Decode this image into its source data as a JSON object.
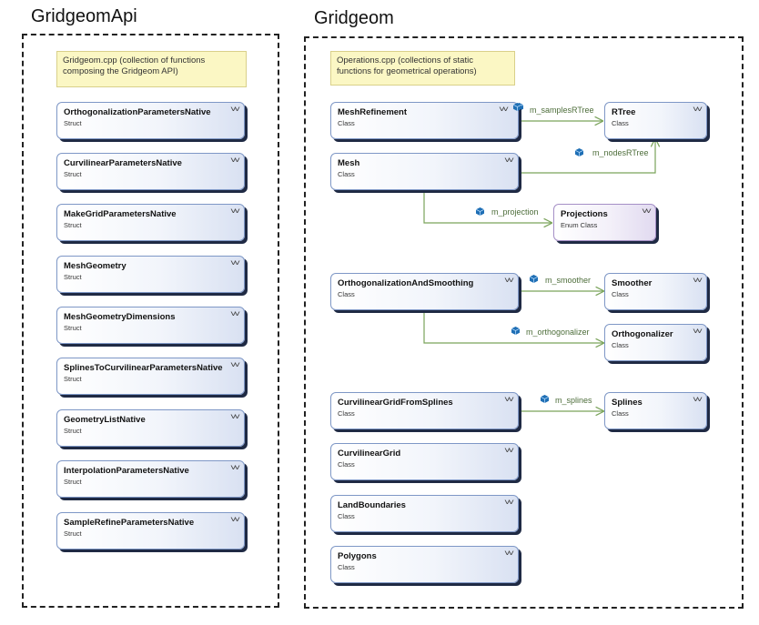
{
  "left_panel": {
    "title": "GridgeomApi",
    "note": "Gridgeom.cpp (collection of functions composing the Gridgeom API)",
    "items": [
      {
        "name": "OrthogonalizationParametersNative",
        "kind": "Struct"
      },
      {
        "name": "CurvilinearParametersNative",
        "kind": "Struct"
      },
      {
        "name": "MakeGridParametersNative",
        "kind": "Struct"
      },
      {
        "name": "MeshGeometry",
        "kind": "Struct"
      },
      {
        "name": "MeshGeometryDimensions",
        "kind": "Struct"
      },
      {
        "name": "SplinesToCurvilinearParametersNative",
        "kind": "Struct"
      },
      {
        "name": "GeometryListNative",
        "kind": "Struct"
      },
      {
        "name": "InterpolationParametersNative",
        "kind": "Struct"
      },
      {
        "name": "SampleRefineParametersNative",
        "kind": "Struct"
      }
    ]
  },
  "right_panel": {
    "title": "Gridgeom",
    "note": "Operations.cpp (collections of static functions for geometrical operations)",
    "classes": {
      "mesh_refinement": {
        "name": "MeshRefinement",
        "kind": "Class"
      },
      "rtree": {
        "name": "RTree",
        "kind": "Class"
      },
      "mesh": {
        "name": "Mesh",
        "kind": "Class"
      },
      "projections": {
        "name": "Projections",
        "kind": "Enum Class"
      },
      "ortho_smoothing": {
        "name": "OrthogonalizationAndSmoothing",
        "kind": "Class"
      },
      "smoother": {
        "name": "Smoother",
        "kind": "Class"
      },
      "orthogonalizer": {
        "name": "Orthogonalizer",
        "kind": "Class"
      },
      "curvi_from_splines": {
        "name": "CurvilinearGridFromSplines",
        "kind": "Class"
      },
      "splines": {
        "name": "Splines",
        "kind": "Class"
      },
      "curvilinear_grid": {
        "name": "CurvilinearGrid",
        "kind": "Class"
      },
      "land_boundaries": {
        "name": "LandBoundaries",
        "kind": "Class"
      },
      "polygons": {
        "name": "Polygons",
        "kind": "Class"
      }
    },
    "edges": {
      "samples_rtree": "m_samplesRTree",
      "nodes_rtree": "m_nodesRTree",
      "projection": "m_projection",
      "smoother": "m_smoother",
      "orthogonalizer": "m_orthogonalizer",
      "splines": "m_splines"
    }
  },
  "colors": {
    "connector": "#7aa35a",
    "box_border": "#7e97c6",
    "note_bg": "#fbf7c4",
    "field_icon": "#1f6fb5"
  },
  "icons": {
    "collapse": "double-chevron-down-icon",
    "field": "field-cube-icon"
  }
}
